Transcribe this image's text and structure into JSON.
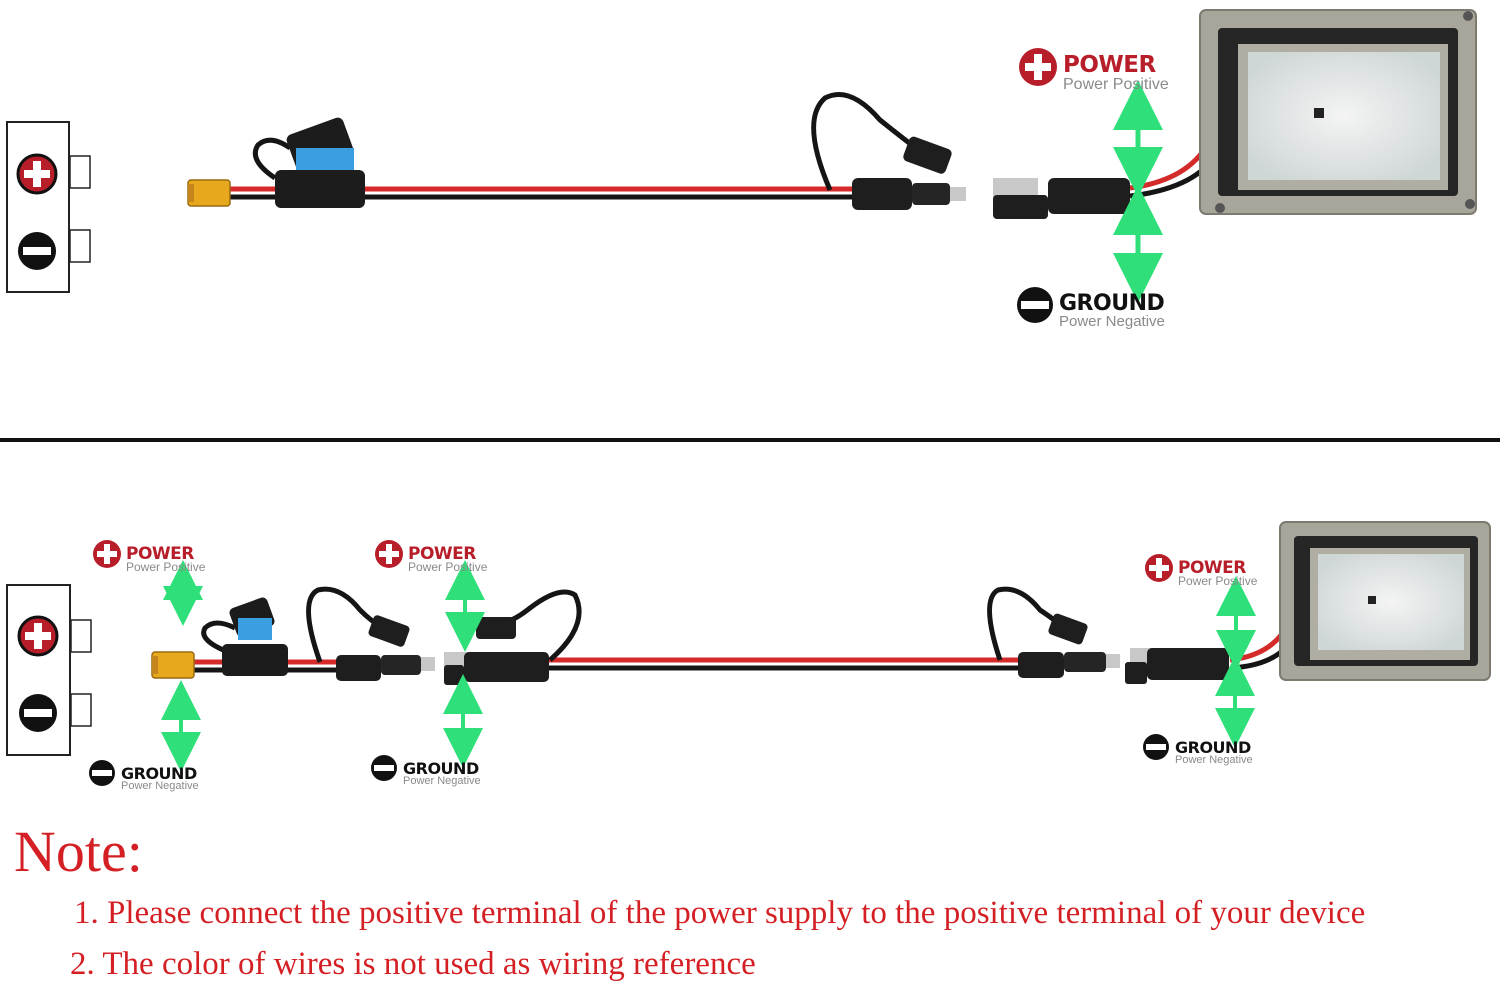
{
  "top": {
    "power_title": "POWER",
    "power_sub": "Power Positive",
    "ground_title": "GROUND",
    "ground_sub": "Power Negative"
  },
  "bottom": {
    "labels": [
      {
        "power_title": "POWER",
        "power_sub": "Power Positive",
        "ground_title": "GROUND",
        "ground_sub": "Power Negative"
      },
      {
        "power_title": "POWER",
        "power_sub": "Power Positive",
        "ground_title": "GROUND",
        "ground_sub": "Power Negative"
      },
      {
        "power_title": "POWER",
        "power_sub": "Power Positive",
        "ground_title": "GROUND",
        "ground_sub": "Power Negative"
      }
    ]
  },
  "note": {
    "title": "Note:",
    "lines": [
      "1. Please connect the positive terminal of the power supply to the positive terminal of your device",
      "2. The color of wires is not used as wiring reference"
    ]
  },
  "colors": {
    "positive": "#b81e2a",
    "wire_red": "#d42a2a",
    "wire_black": "#151515",
    "arrow_green": "#2fe07a",
    "connector_yellow": "#e8a81e",
    "fuse_blue": "#3a9ee0",
    "note_red": "#d42024",
    "lamp_frame": "#a8a59a"
  },
  "icons": [
    "plus-circle-icon",
    "minus-circle-icon",
    "double-arrow-icon",
    "xt60-connector-icon",
    "fuse-holder-icon",
    "sae-connector-icon",
    "led-flood-light-icon"
  ]
}
